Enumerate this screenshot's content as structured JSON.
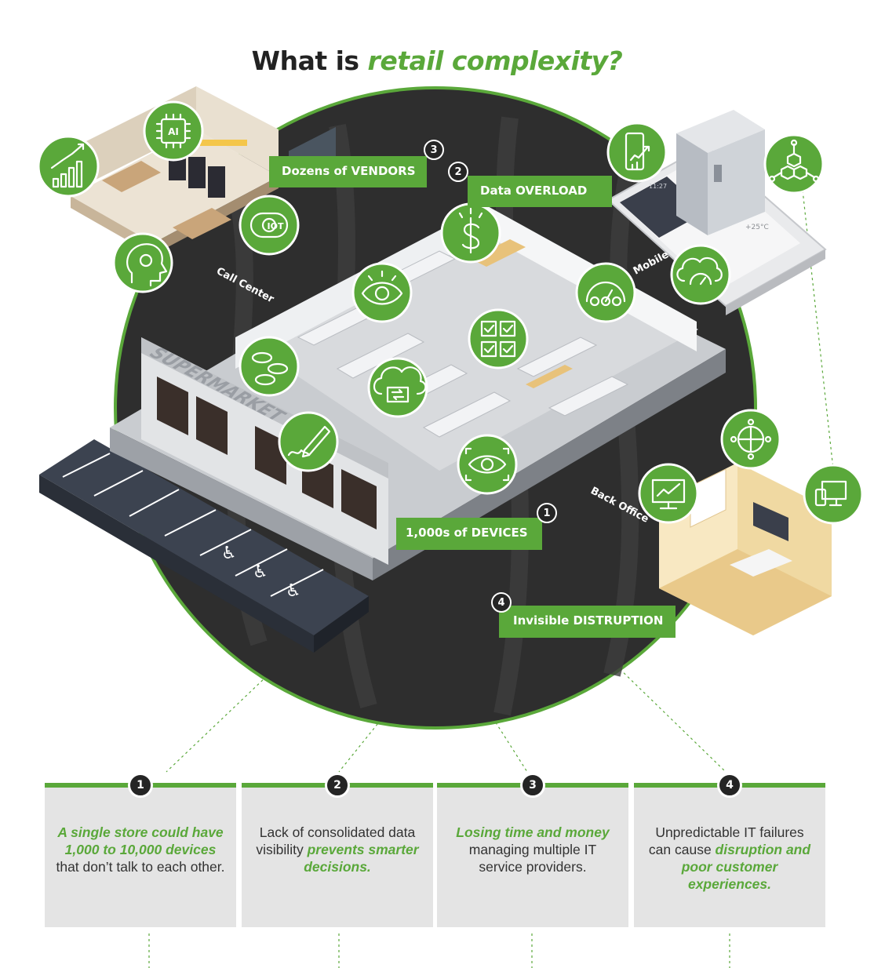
{
  "title": {
    "prefix": "What is ",
    "accent": "retail complexity?"
  },
  "colors": {
    "accent": "#5aa83a",
    "dark": "#252525",
    "card_bg": "#e4e4e4"
  },
  "scene": {
    "storefront_sign": "SUPERMARKET",
    "rooms": {
      "call_center": "Call Center",
      "mobile": "Mobile",
      "back_office": "Back Office"
    },
    "phone_screen": {
      "time": "11:27",
      "temperature": "+25°C"
    },
    "ai_icon_text": "AI",
    "iot_icon_text": "IOT",
    "icons": [
      "growth-chart-icon",
      "ai-chip-icon",
      "iot-icon",
      "brain-gear-icon",
      "eye-icon",
      "dollar-icon",
      "checklist-icon",
      "mobile-chart-icon",
      "cloud-gauge-icon",
      "customer-satisfaction-icon",
      "coins-icon",
      "cloud-sync-icon",
      "signature-pen-icon",
      "target-eye-icon",
      "network-globe-icon",
      "monitor-chart-icon",
      "devices-icon",
      "blocks-network-icon"
    ]
  },
  "callouts": [
    {
      "num": "1",
      "label": "1,000s of DEVICES"
    },
    {
      "num": "2",
      "label": "Data OVERLOAD"
    },
    {
      "num": "3",
      "label": "Dozens of VENDORS"
    },
    {
      "num": "4",
      "label": "Invisible DISTRUPTION"
    }
  ],
  "cards": [
    {
      "num": "1",
      "a": "A single store could have 1,000 to 10,000 devices",
      "b": " that don’t talk to each other."
    },
    {
      "num": "2",
      "a": "Lack of consolidated data visibility ",
      "b": "prevents smarter decisions."
    },
    {
      "num": "3",
      "a": "Losing time and money",
      "b": " managing multiple IT service providers."
    },
    {
      "num": "4",
      "a": "Unpredictable IT failures can cause ",
      "b": "disruption and poor customer experiences."
    }
  ]
}
